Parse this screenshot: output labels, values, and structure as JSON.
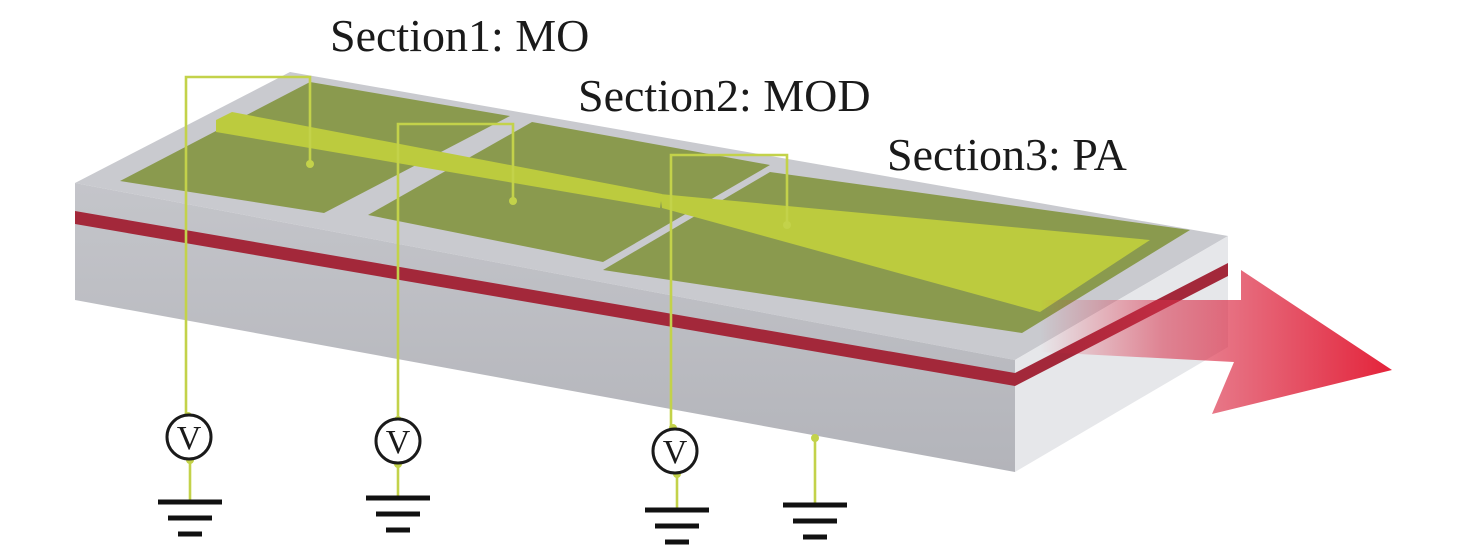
{
  "sections": [
    {
      "label": "Section1: MO"
    },
    {
      "label": "Section2: MOD"
    },
    {
      "label": "Section3: PA"
    }
  ],
  "meters": [
    {
      "symbol": "V"
    },
    {
      "symbol": "V"
    },
    {
      "symbol": "V"
    }
  ],
  "colors": {
    "substrate_top": "#c9cacf",
    "substrate_front": "#b9bac0",
    "substrate_side": "#e8e9ec",
    "active_layer": "#a3283a",
    "electrode": "#8a9a4e",
    "waveguide": "#bccb3e",
    "wire": "#c3d24a",
    "output_beam": "#e0283f"
  }
}
